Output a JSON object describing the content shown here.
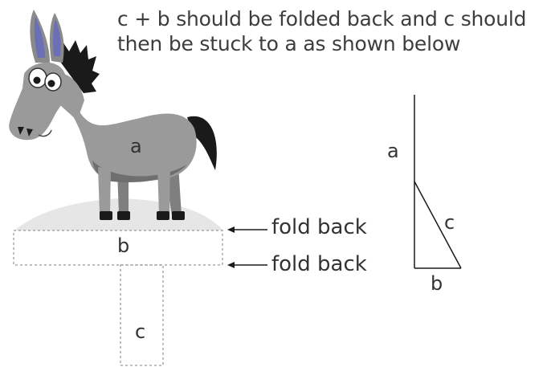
{
  "instructions": {
    "line1": "c + b should be folded back and c should",
    "line2": "then be stuck to a as shown below"
  },
  "template": {
    "label_a": "a",
    "label_b": "b",
    "label_c": "c",
    "fold_label_top": "fold back",
    "fold_label_bottom": "fold back"
  },
  "assembled": {
    "label_a": "a",
    "label_b": "b",
    "label_c": "c"
  },
  "colors": {
    "donkey_body": "#9a9a9a",
    "donkey_dark": "#6f6f6f",
    "ear_inner": "#6b6fb5",
    "mane": "#1a1a1a",
    "ground": "#e6e6e6",
    "dashed_line": "#9a9a9a"
  }
}
